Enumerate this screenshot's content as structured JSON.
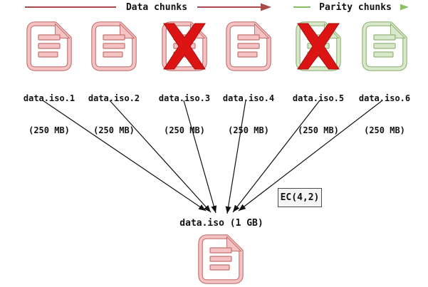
{
  "header": {
    "data_chunks_label": "Data chunks",
    "parity_chunks_label": "Parity chunks"
  },
  "chunks": [
    {
      "name": "data.iso.1",
      "size": "(250 MB)",
      "kind": "data",
      "failed": false
    },
    {
      "name": "data.iso.2",
      "size": "(250 MB)",
      "kind": "data",
      "failed": false
    },
    {
      "name": "data.iso.3",
      "size": "(250 MB)",
      "kind": "data",
      "failed": true
    },
    {
      "name": "data.iso.4",
      "size": "(250 MB)",
      "kind": "data",
      "failed": false
    },
    {
      "name": "data.iso.5",
      "size": "(250 MB)",
      "kind": "parity",
      "failed": true
    },
    {
      "name": "data.iso.6",
      "size": "(250 MB)",
      "kind": "parity",
      "failed": false
    }
  ],
  "ec_annotation": {
    "label": "EC(4,2)"
  },
  "output_file": {
    "label": "data.iso (1 GB)"
  },
  "colors": {
    "data_chunk_accent": "#a94a4a",
    "parity_chunk_accent": "#8cbf62",
    "failed_x": "#dd1414",
    "file_red_band": "#f5c3c3",
    "file_red_edge": "#c4716f",
    "file_green_band": "#d8e8ca",
    "file_green_edge": "#93b377",
    "merge_arrow": "#111111",
    "ec_box_bg": "#f4f4f4",
    "ec_box_border": "#4d4d4d"
  }
}
